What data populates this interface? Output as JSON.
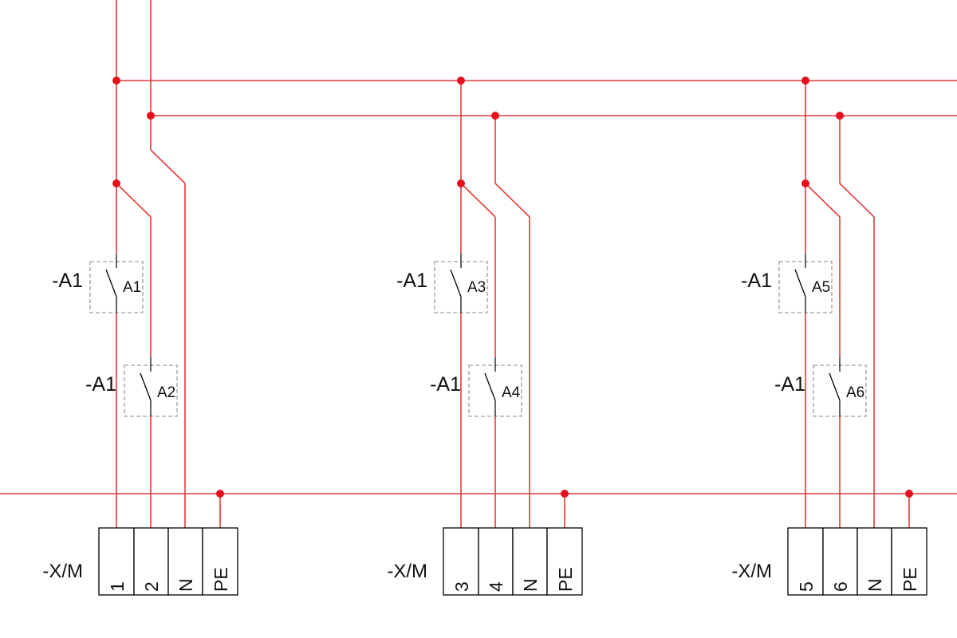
{
  "colors": {
    "wire": "#e23a3a",
    "junction": "#e8101c",
    "symbol": "#000000",
    "box": "#888888"
  },
  "groups": [
    {
      "relay_a": {
        "designation": "-A1",
        "contact": "A1"
      },
      "relay_b": {
        "designation": "-A1",
        "contact": "A2"
      },
      "terminal": {
        "designation": "-X/M",
        "pins": [
          "1",
          "2",
          "N",
          "PE"
        ]
      }
    },
    {
      "relay_a": {
        "designation": "-A1",
        "contact": "A3"
      },
      "relay_b": {
        "designation": "-A1",
        "contact": "A4"
      },
      "terminal": {
        "designation": "-X/M",
        "pins": [
          "3",
          "4",
          "N",
          "PE"
        ]
      }
    },
    {
      "relay_a": {
        "designation": "-A1",
        "contact": "A5"
      },
      "relay_b": {
        "designation": "-A1",
        "contact": "A6"
      },
      "terminal": {
        "designation": "-X/M",
        "pins": [
          "5",
          "6",
          "N",
          "PE"
        ]
      }
    }
  ]
}
